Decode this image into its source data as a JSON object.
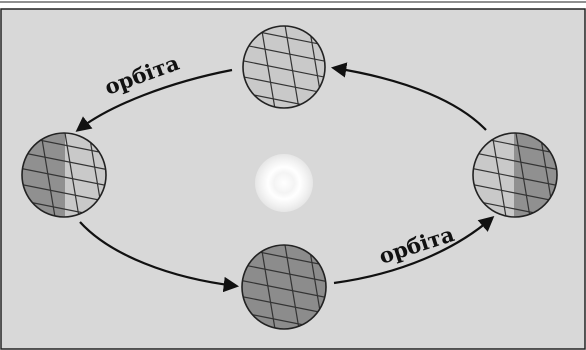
{
  "labels": {
    "orbit_top": "орбіта",
    "orbit_bottom": "орбіта"
  },
  "colors": {
    "background": "#d8d8d8",
    "border": "#222222",
    "arrow": "#111111",
    "planet_light": "#c9c9c9",
    "planet_dark": "#909090",
    "sun_center": "#ffffff",
    "sun_edge": "#ececec"
  },
  "planets": [
    {
      "id": "top",
      "night_side": "none"
    },
    {
      "id": "left",
      "night_side": "left"
    },
    {
      "id": "bottom",
      "night_side": "all"
    },
    {
      "id": "right",
      "night_side": "right"
    }
  ]
}
